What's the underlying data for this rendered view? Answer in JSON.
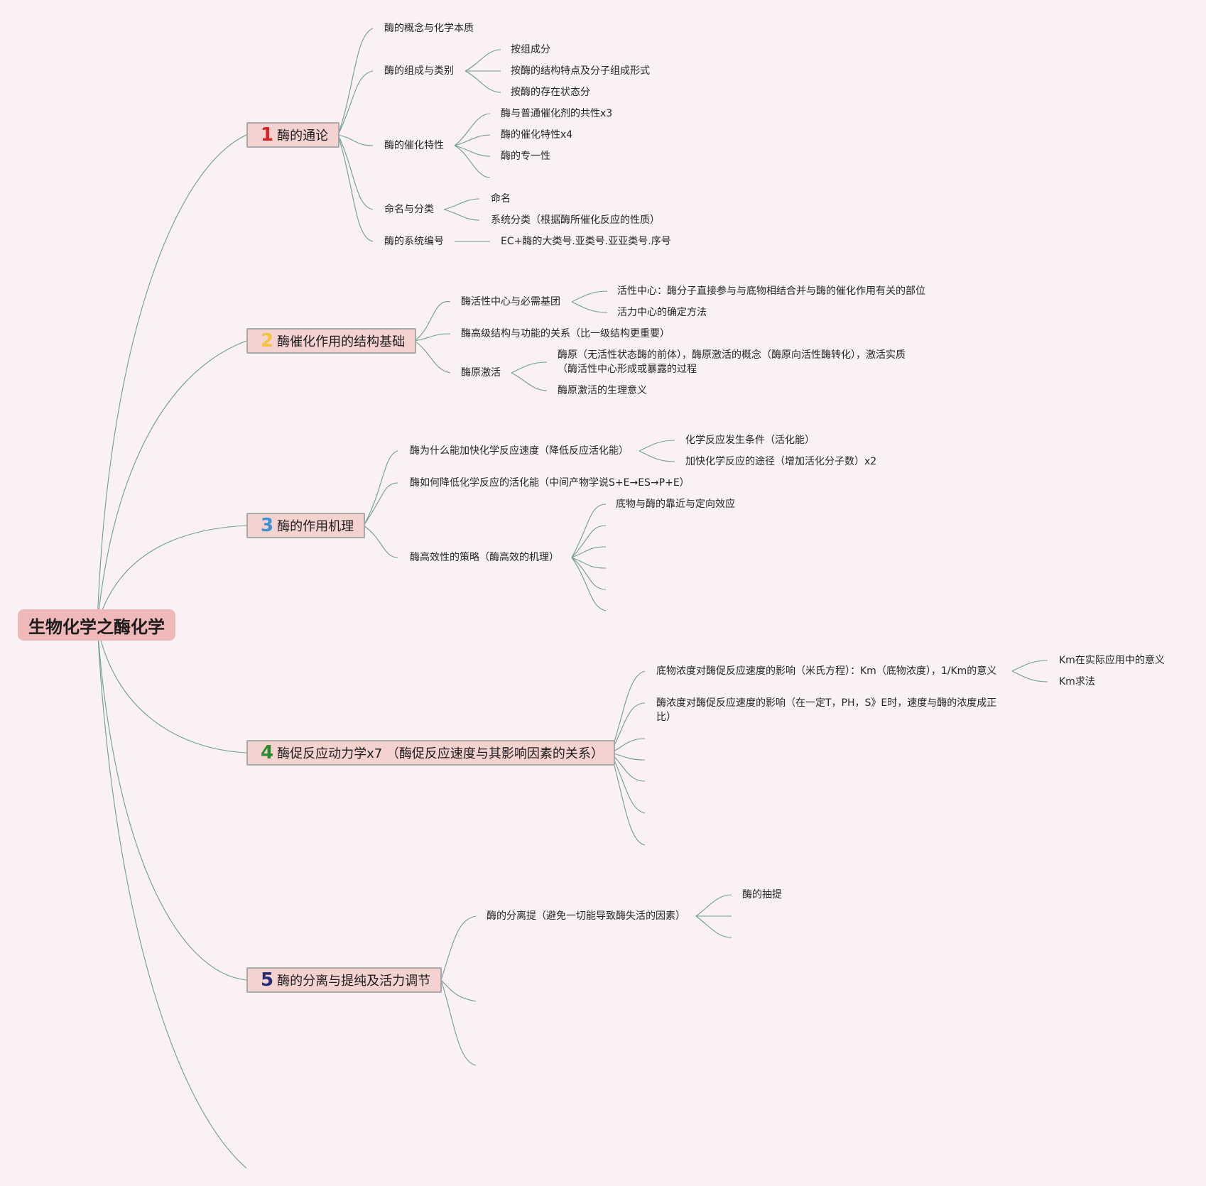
{
  "root": {
    "title": "生物化学之酶化学"
  },
  "topics": [
    {
      "num": "1",
      "label": "酶的通论"
    },
    {
      "num": "2",
      "label": "酶催化作用的结构基础"
    },
    {
      "num": "3",
      "label": "酶的作用机理"
    },
    {
      "num": "4",
      "label": "酶促反应动力学x7 （酶促反应速度与其影响因素的关系）"
    },
    {
      "num": "5",
      "label": "酶的分离与提纯及活力调节"
    }
  ],
  "t1": {
    "concept": "酶的概念与化学本质",
    "composition": "酶的组成与类别",
    "composition_children": [
      "按组成分",
      "按酶的结构特点及分子组成形式",
      "按酶的存在状态分"
    ],
    "catalytic": "酶的催化特性",
    "catalytic_children": [
      "酶与普通催化剂的共性x3",
      "酶的催化特性x4",
      "酶的专一性"
    ],
    "naming": "命名与分类",
    "naming_children": [
      "命名",
      "系统分类（根据酶所催化反应的性质）"
    ],
    "numbering": "酶的系统编号",
    "numbering_child": "EC+酶的大类号.亚类号.亚亚类号.序号"
  },
  "t2": {
    "active": "酶活性中心与必需基团",
    "active_children": [
      "活性中心：酶分子直接参与与底物相结合并与酶的催化作用有关的部位",
      "活力中心的确定方法"
    ],
    "higher": "酶高级结构与功能的关系（比一级结构更重要）",
    "zymogen": "酶原激活",
    "zymogen_children": [
      "酶原（无活性状态酶的前体），酶原激活的概念（酶原向活性酶转化），激活实质（酶活性中心形成或暴露的过程",
      "酶原激活的生理意义"
    ]
  },
  "t3": {
    "why": "酶为什么能加快化学反应速度（降低反应活化能）",
    "why_children": [
      "化学反应发生条件（活化能）",
      "加快化学反应的途径（增加活化分子数）x2"
    ],
    "how": "酶如何降低化学反应的活化能（中间产物学说S+E→ES→P+E）",
    "strategy": "酶高效性的策略（酶高效的机理）",
    "strategy_children": [
      "底物与酶的靠近与定向效应"
    ]
  },
  "t4": {
    "substrate": "底物浓度对酶促反应速度的影响（米氏方程）：Km（底物浓度），1/Km的意义",
    "substrate_children": [
      "Km在实际应用中的意义",
      "Km求法"
    ],
    "enzyme_conc": "酶浓度对酶促反应速度的影响（在一定T，PH，S》E时，速度与酶的浓度成正比）"
  },
  "t5": {
    "separation": "酶的分离提（避免一切能导致酶失活的因素）",
    "separation_children": [
      "酶的抽提"
    ]
  }
}
